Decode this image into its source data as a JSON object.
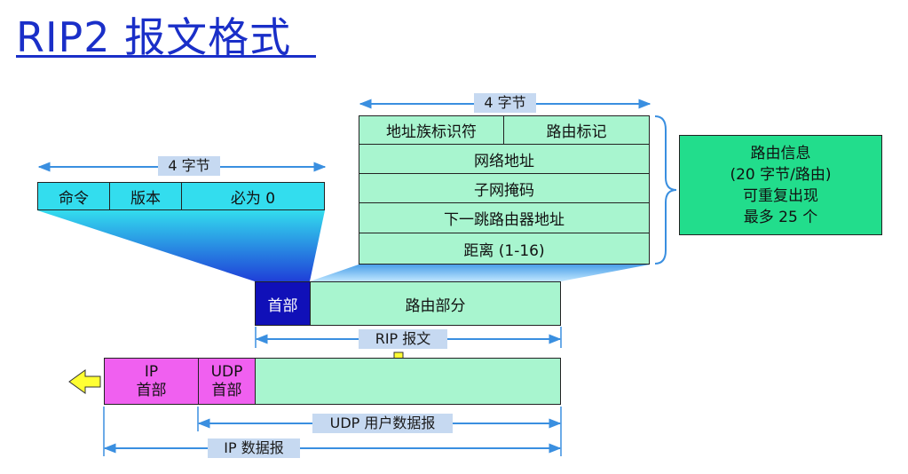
{
  "title": "RIP2 报文格式",
  "top_header": {
    "width_label": "4 字节",
    "fields": [
      "命令",
      "版本",
      "必为 0"
    ]
  },
  "route_entry": {
    "width_label": "4 字节",
    "row1": [
      "地址族标识符",
      "路由标记"
    ],
    "rows": [
      "网络地址",
      "子网掩码",
      "下一跳路由器地址",
      "距离 (1-16)"
    ]
  },
  "route_info_box": {
    "lines": [
      "路由信息",
      "(20 字节/路由)",
      "可重复出现",
      "最多 25 个"
    ]
  },
  "rip_message": {
    "header": "首部",
    "routes": "路由部分",
    "label": "RIP 报文"
  },
  "udp_datagram": {
    "ip_header_lines": [
      "IP",
      "首部"
    ],
    "udp_header_lines": [
      "UDP",
      "首部"
    ],
    "label": "UDP 用户数据报"
  },
  "ip_datagram": {
    "label": "IP 数据报"
  },
  "colors": {
    "title": "#1a2fc8",
    "header_fields": "#33ddee",
    "route_rows": "#a8f5cf",
    "route_info": "#22dd8c",
    "rip_header": "#1010b8",
    "ip_header": "#f060f0",
    "arrow_fill": "#ffff33",
    "dimension_line": "#3a8fe0"
  }
}
